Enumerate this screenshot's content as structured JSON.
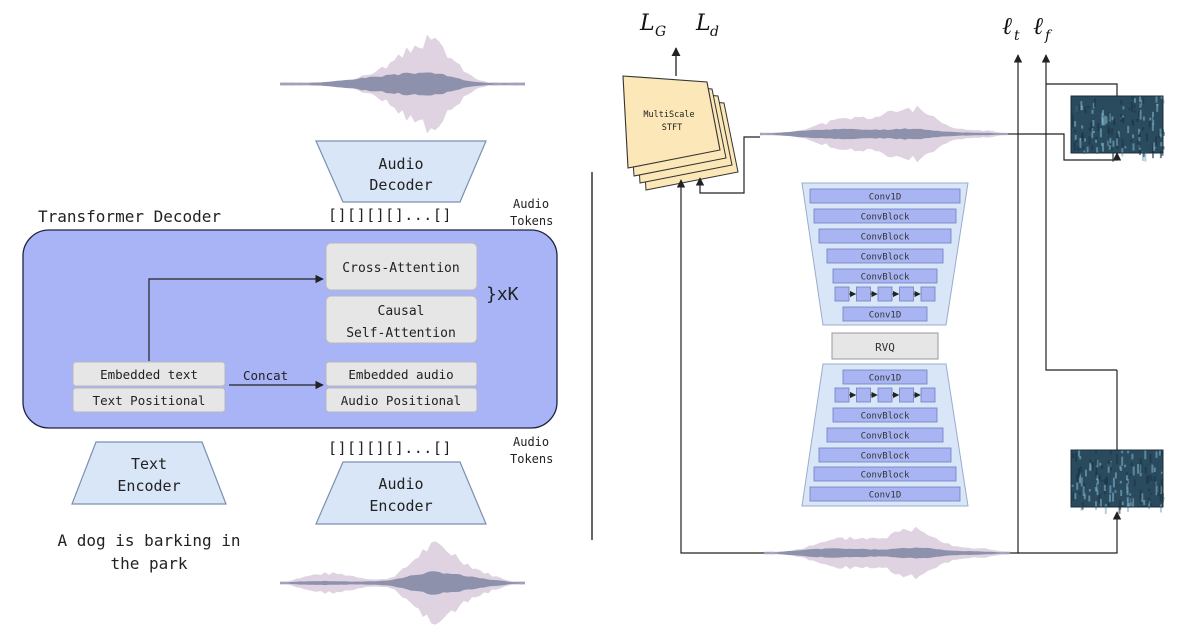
{
  "left": {
    "transformer_title": "Transformer Decoder",
    "audio_decoder": [
      "Audio",
      "Decoder"
    ],
    "text_encoder": [
      "Text",
      "Encoder"
    ],
    "audio_encoder": [
      "Audio",
      "Encoder"
    ],
    "tokens_top": "[][][][]...[]",
    "tokens_bottom": "[][][][]...[]",
    "audio_tokens_top": [
      "Audio",
      "Tokens"
    ],
    "audio_tokens_bottom": [
      "Audio",
      "Tokens"
    ],
    "cross_attention": "Cross-Attention",
    "causal_self_attention": [
      "Causal",
      "Self-Attention"
    ],
    "repeat_label": "}xK",
    "embedded_text": "Embedded text",
    "text_positional": "Text Positional",
    "concat_label": "Concat",
    "embedded_audio": "Embedded audio",
    "audio_positional": "Audio Positional",
    "caption": [
      "A dog is barking in",
      "the park"
    ]
  },
  "right": {
    "loss_g": "L",
    "loss_g_sub": "G",
    "loss_d": "L",
    "loss_d_sub": "d",
    "loss_t": "ℓ",
    "loss_t_sub": "t",
    "loss_f": "ℓ",
    "loss_f_sub": "f",
    "stft_box": [
      "MultiScale",
      "STFT"
    ],
    "rvq": "RVQ",
    "encoder_blocks": [
      "Conv1D",
      "ConvBlock",
      "ConvBlock",
      "ConvBlock",
      "ConvBlock",
      "",
      "Conv1D"
    ],
    "decoder_blocks": [
      "Conv1D",
      "",
      "ConvBlock",
      "ConvBlock",
      "ConvBlock",
      "ConvBlock",
      "Conv1D"
    ]
  },
  "colors": {
    "transformer_bg": "#a8b4f5",
    "light_box": "#d8e6f8",
    "gray_box": "#e6e6e6",
    "codec_block": "#a9b5f2",
    "stft_fill": "#fbe7b8",
    "waveform_dark": "#848aa6",
    "waveform_light": "#ddd0df",
    "spectrogram": "#2a4a5e"
  }
}
